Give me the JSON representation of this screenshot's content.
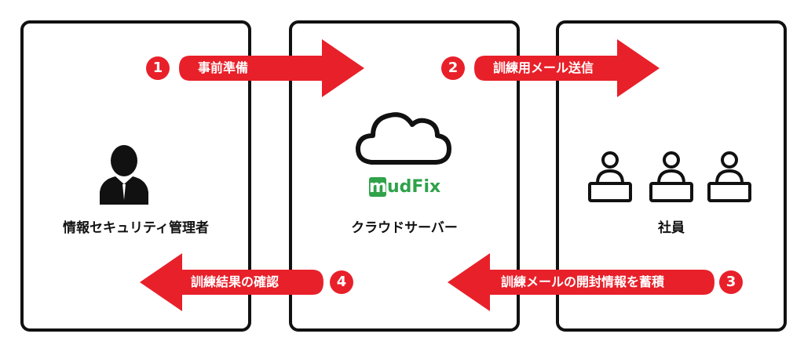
{
  "nodes": {
    "admin": {
      "label": "情報セキュリティ管理者",
      "icon": "admin-person-icon"
    },
    "server": {
      "label": "クラウドサーバー",
      "icon": "cloud-icon",
      "logo": "mudFix",
      "logo_first": "m",
      "logo_rest": "udFix"
    },
    "employees": {
      "label": "社員",
      "icon": "employees-at-desk-icon"
    }
  },
  "steps": [
    {
      "number": "1",
      "label": "事前準備"
    },
    {
      "number": "2",
      "label": "訓練用メール送信"
    },
    {
      "number": "3",
      "label": "訓練メールの開封情報を蓄積"
    },
    {
      "number": "4",
      "label": "訓練結果の確認"
    }
  ],
  "colors": {
    "accent": "#e8202a",
    "brand": "#2fa24a",
    "border": "#111111",
    "text": "#111111"
  }
}
